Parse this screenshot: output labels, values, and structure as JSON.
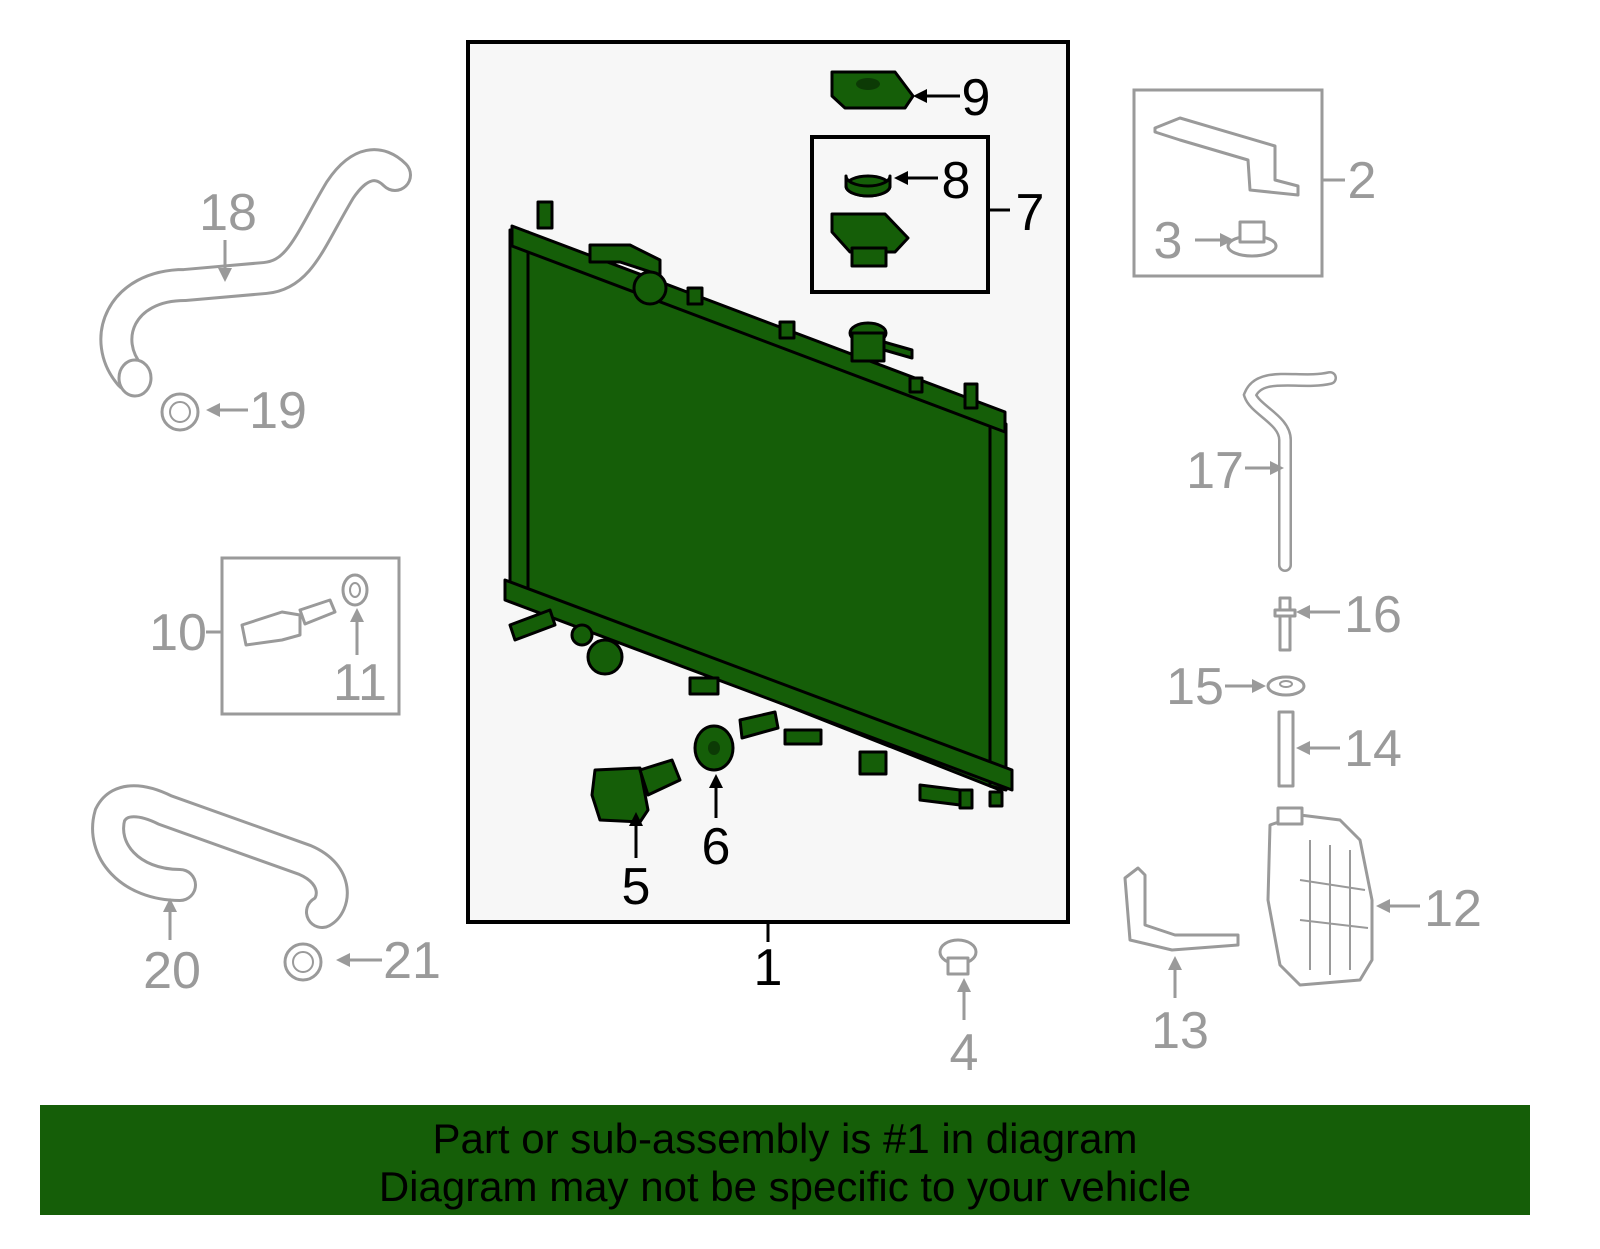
{
  "colors": {
    "highlight": "#155e08",
    "other_parts": "#9a9a9a",
    "box_fill": "#f7f7f7"
  },
  "callouts": {
    "c1": "1",
    "c2": "2",
    "c3": "3",
    "c4": "4",
    "c5": "5",
    "c6": "6",
    "c7": "7",
    "c8": "8",
    "c9": "9",
    "c10": "10",
    "c11": "11",
    "c12": "12",
    "c13": "13",
    "c14": "14",
    "c15": "15",
    "c16": "16",
    "c17": "17",
    "c18": "18",
    "c19": "19",
    "c20": "20",
    "c21": "21"
  },
  "highlighted_callouts": [
    "1",
    "5",
    "6",
    "7",
    "8",
    "9"
  ],
  "banner": {
    "line1": "Part or sub-assembly is #1 in diagram",
    "line2": "Diagram may not be specific to your vehicle"
  }
}
